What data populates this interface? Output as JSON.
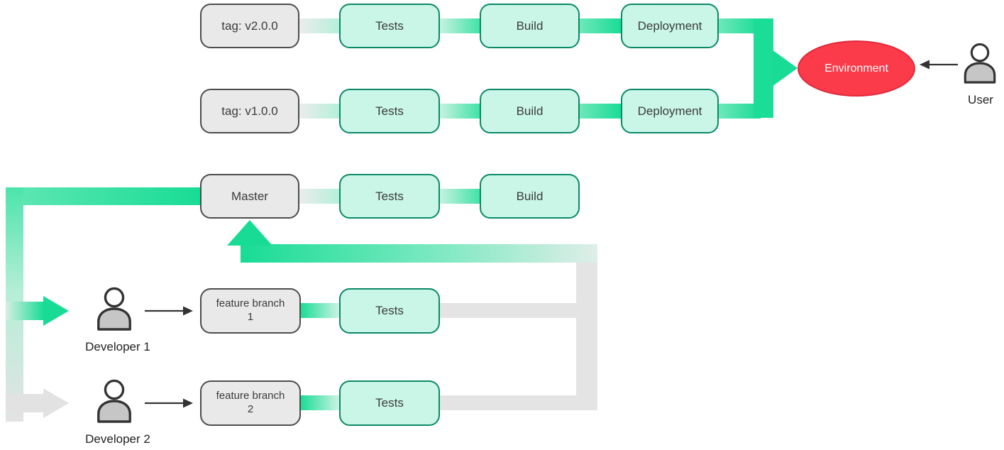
{
  "pipelines": {
    "tag_v2": {
      "source_label": "tag: v2.0.0",
      "stages": [
        "Tests",
        "Build",
        "Deployment"
      ]
    },
    "tag_v1": {
      "source_label": "tag: v1.0.0",
      "stages": [
        "Tests",
        "Build",
        "Deployment"
      ]
    },
    "master": {
      "source_label": "Master",
      "stages": [
        "Tests",
        "Build"
      ]
    },
    "feature_branch_1": {
      "source_label": "feature branch 1",
      "stages": [
        "Tests"
      ]
    },
    "feature_branch_2": {
      "source_label": "feature branch 2",
      "stages": [
        "Tests"
      ]
    }
  },
  "environment": {
    "label": "Environment"
  },
  "actors": {
    "user": {
      "label": "User"
    },
    "developer_1": {
      "label": "Developer 1"
    },
    "developer_2": {
      "label": "Developer 2"
    }
  },
  "colors": {
    "accent_green": "#18dc95",
    "mint_fill": "#c9f6e6",
    "green_border": "#0b8a66",
    "gray_fill": "#e9e9e9",
    "gray_border": "#4d4d4d",
    "connector_gray": "#e4e4e4",
    "red_fill": "#fb3a4a",
    "red_border": "#e02a3a",
    "text_dark": "#3b3b3b"
  }
}
